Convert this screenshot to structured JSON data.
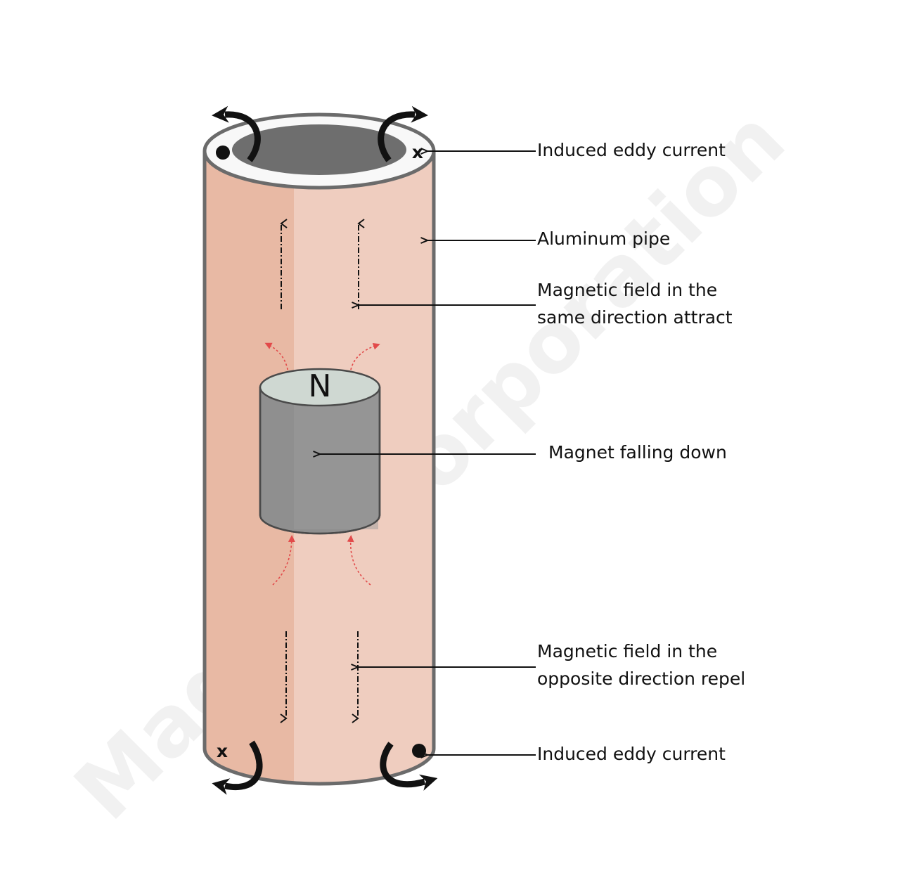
{
  "diagram": {
    "labels": {
      "eddy_top": "Induced eddy current",
      "pipe": "Aluminum pipe",
      "field_same_line1": "Magnetic field in the",
      "field_same_line2": "same direction attract",
      "magnet": "Magnet falling down",
      "field_opposite_line1": "Magnetic field in the",
      "field_opposite_line2": "opposite direction repel",
      "eddy_bottom": "Induced eddy current"
    },
    "magnet_pole": "N",
    "current_symbols": {
      "into_page": "x"
    },
    "watermark": "Magfine Corporation"
  },
  "colors": {
    "pipe_dark": "#e8b9a4",
    "pipe_light": "#efcdbf",
    "pipe_outline": "#6b6b6b",
    "pipe_rim": "#f8f8f8",
    "pipe_inside": "#6e6e6e",
    "magnet_body": "#8f8f8f",
    "magnet_top": "#cfd8d2",
    "field_line": "#e24a4a",
    "arrow": "#111111"
  },
  "icons": {
    "current_curl": "curved-arrow-icon",
    "out_of_page": "dot-icon",
    "into_page": "cross-icon"
  }
}
